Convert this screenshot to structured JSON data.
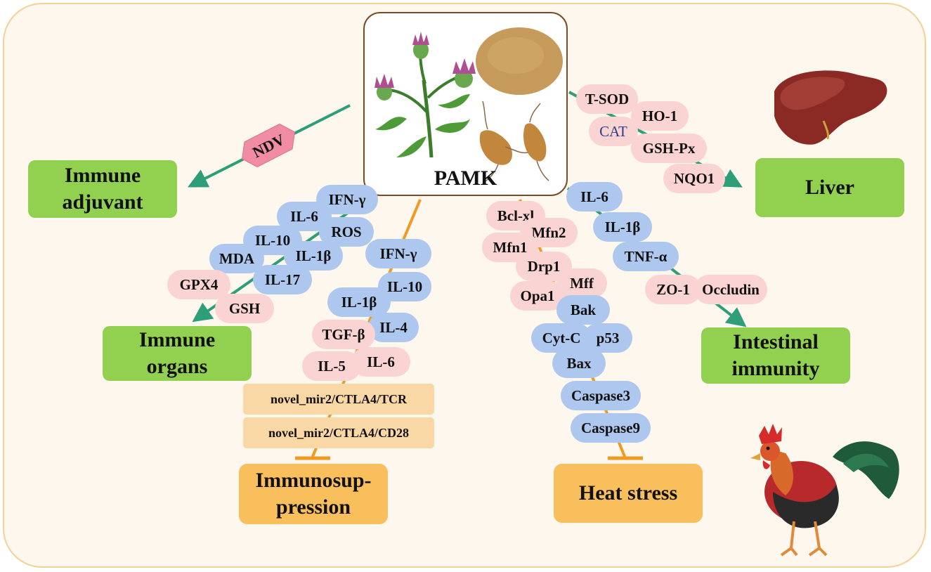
{
  "center": {
    "label": "PAMK"
  },
  "virus": {
    "label": "NDV"
  },
  "outcomes": {
    "immune_adjuvant": "Immune adjuvant",
    "liver": "Liver",
    "immune_organs": "Immune organs",
    "intestinal_immunity": "Intestinal immunity",
    "immunosuppression": "Immunosup- pression",
    "heat_stress": "Heat stress"
  },
  "nodes": {
    "liver": [
      "T-SOD",
      "HO-1",
      "CAT",
      "GSH-Px",
      "NQO1"
    ],
    "immune_organs": [
      "IFN-γ",
      "IL-6",
      "ROS",
      "IL-10",
      "MDA",
      "IL-1β",
      "GPX4",
      "IL-17",
      "GSH"
    ],
    "immunosuppression": [
      "IFN-γ",
      "IL-10",
      "IL-1β",
      "IL-4",
      "TGF-β",
      "IL-5",
      "IL-6"
    ],
    "heat_stress": [
      "Bcl-xl",
      "Mfn2",
      "Mfn1",
      "Drp1",
      "Mff",
      "Opa1",
      "Bak",
      "Cyt-C",
      "p53",
      "Bax",
      "Caspase3",
      "Caspase9"
    ],
    "intestinal": [
      "IL-6",
      "IL-1β",
      "TNF-α",
      "ZO-1",
      "Occludin"
    ]
  },
  "pathways": [
    "novel_mir2/CTLA4/TCR",
    "novel_mir2/CTLA4/CD28"
  ],
  "icons": [
    "thistle-plant-icon",
    "herb-powder-icon",
    "atractylodes-root-icon",
    "liver-icon",
    "rooster-icon"
  ],
  "colors": {
    "up_node": "#f9d4d3",
    "down_node": "#aec7ee",
    "promotion_arrow": "#2e9e78",
    "inhibition_line": "#f29a1f",
    "outcome_promote": "#92d050",
    "outcome_inhibit": "#f9bf5c",
    "pathway_box": "#fad8a6",
    "virus_tag": "#f08ca4"
  }
}
